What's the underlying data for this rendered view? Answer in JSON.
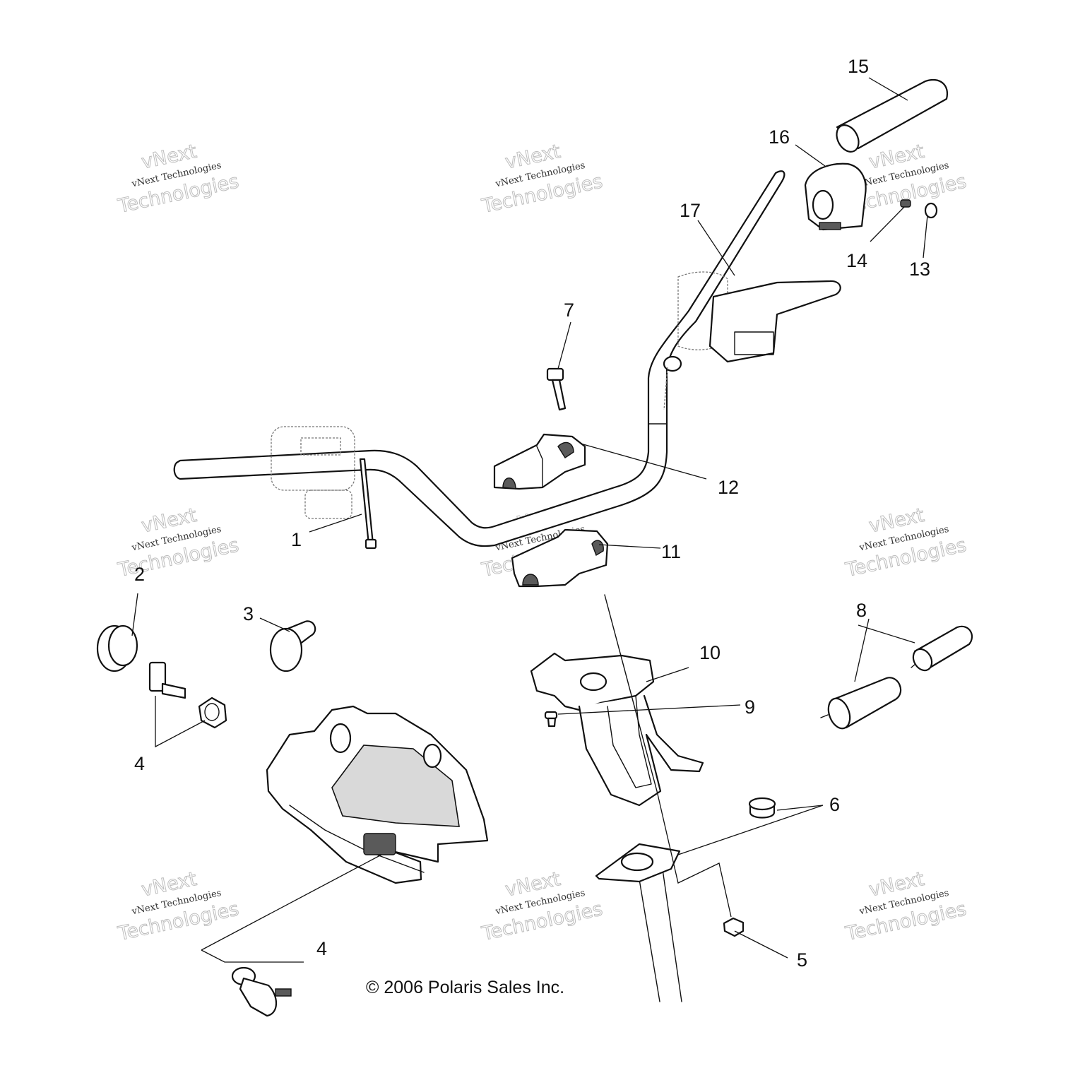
{
  "copyright": "© 2006 Polaris Sales Inc.",
  "watermark": {
    "brand": "vNext",
    "line1": "vNext Technologies",
    "line2": "Technologies"
  },
  "callouts": {
    "c1": "1",
    "c2": "2",
    "c3": "3",
    "c4a": "4",
    "c4b": "4",
    "c5": "5",
    "c6": "6",
    "c7": "7",
    "c8": "8",
    "c9": "9",
    "c10": "10",
    "c11": "11",
    "c12": "12",
    "c13": "13",
    "c14": "14",
    "c15": "15",
    "c16": "16",
    "c17": "17"
  }
}
